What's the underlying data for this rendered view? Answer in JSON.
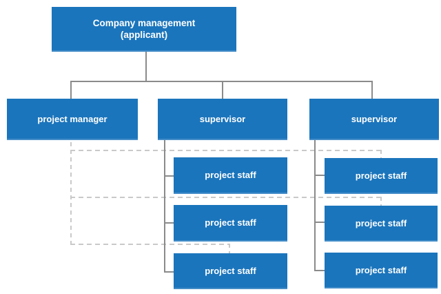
{
  "diagram": {
    "type": "org-chart",
    "nodes": {
      "company_management": {
        "line1": "Company management",
        "line2": "(applicant)"
      },
      "project_manager": {
        "label": "project manager"
      },
      "supervisor_left": {
        "label": "supervisor"
      },
      "supervisor_right": {
        "label": "supervisor"
      },
      "staff_mid_1": {
        "label": "project staff"
      },
      "staff_mid_2": {
        "label": "project staff"
      },
      "staff_mid_3": {
        "label": "project staff"
      },
      "staff_right_1": {
        "label": "project staff"
      },
      "staff_right_2": {
        "label": "project staff"
      },
      "staff_right_3": {
        "label": "project staff"
      }
    },
    "hierarchy": {
      "company_management": [
        "project_manager",
        "supervisor_left",
        "supervisor_right"
      ],
      "supervisor_left": [
        "staff_mid_1",
        "staff_mid_2",
        "staff_mid_3"
      ],
      "supervisor_right": [
        "staff_right_1",
        "staff_right_2",
        "staff_right_3"
      ]
    },
    "dashed_links_from_project_manager": [
      "staff_right_1",
      "staff_right_2",
      "staff_mid_3"
    ],
    "colors": {
      "node_fill": "#1b75bc",
      "node_text": "#ffffff",
      "solid_line": "#8a8a8a",
      "dashed_line": "#c9c9c9",
      "background": "#ffffff"
    }
  }
}
